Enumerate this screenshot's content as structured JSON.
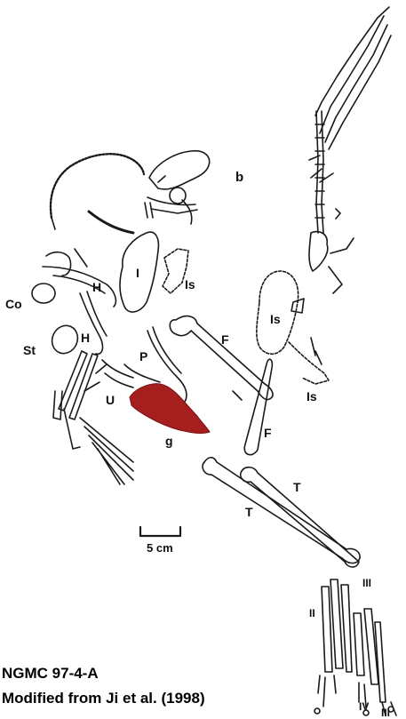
{
  "figure": {
    "panel_label": "b",
    "scale_bar_label": "5 cm",
    "bone_labels": {
      "co": "Co",
      "st": "St",
      "h_upper": "H",
      "h_lower": "H",
      "i": "I",
      "is_left": "Is",
      "is_pelvis": "Is",
      "is_right": "Is",
      "p": "P",
      "u": "U",
      "g": "g",
      "f_upper": "F",
      "f_lower": "F",
      "t_upper": "T",
      "t_lower": "T",
      "digit_ii": "II",
      "digit_iii_top": "III",
      "digit_iv": "IV",
      "digit_iii_bottom": "III"
    },
    "colors": {
      "gastrolith": "#a51f1f",
      "line": "#1a1a1a",
      "background": "#ffffff"
    }
  },
  "caption": {
    "specimen": "NGMC 97-4-A",
    "source": "Modified from Ji et al. (1998)"
  }
}
